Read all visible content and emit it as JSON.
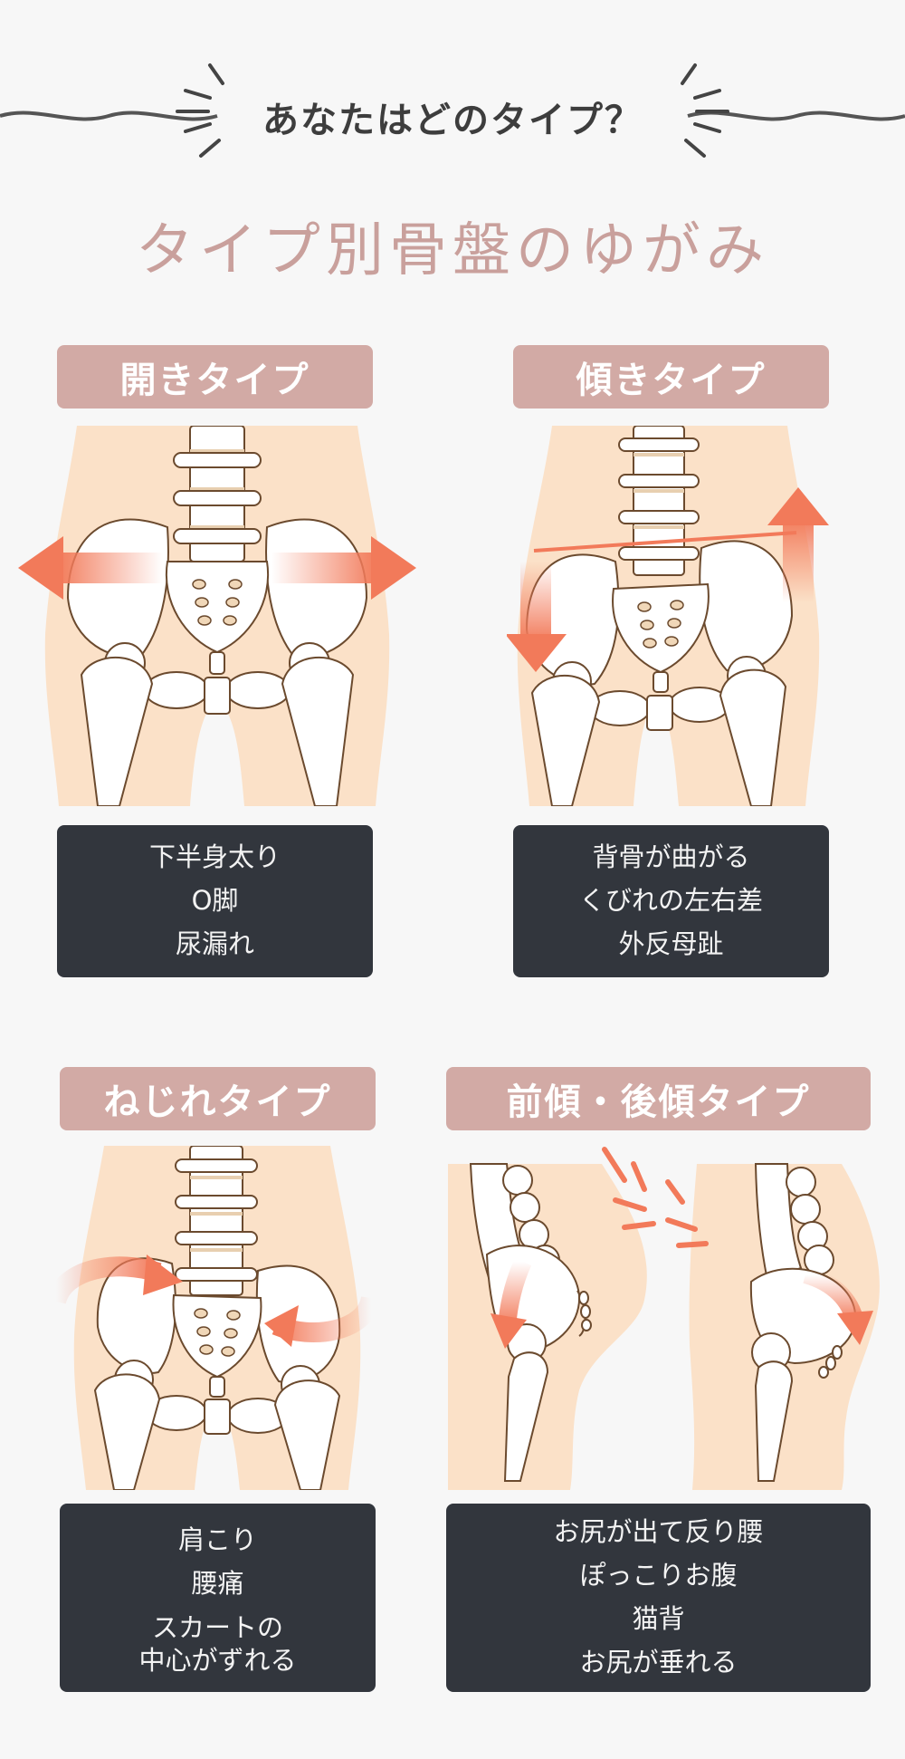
{
  "header": {
    "question": "あなたはどのタイプ？",
    "title": "タイプ別骨盤のゆがみ"
  },
  "types": [
    {
      "label": "開きタイプ",
      "symptoms": [
        "下半身太り",
        "O脚",
        "尿漏れ"
      ]
    },
    {
      "label": "傾きタイプ",
      "symptoms": [
        "背骨が曲がる",
        "くびれの左右差",
        "外反母趾"
      ]
    },
    {
      "label": "ねじれタイプ",
      "symptoms": [
        "肩こり",
        "腰痛",
        "スカートの",
        "中心がずれる"
      ]
    },
    {
      "label": "前傾・後傾タイプ",
      "symptoms": [
        "お尻が出て反り腰",
        "ぽっこりお腹",
        "猫背",
        "お尻が垂れる"
      ]
    }
  ],
  "colors": {
    "label_bg": "#d2aaa5",
    "panel_bg": "#32363d",
    "skin": "#fbe1c8",
    "arrow": "#f27a5a",
    "title": "#c9a09c"
  }
}
